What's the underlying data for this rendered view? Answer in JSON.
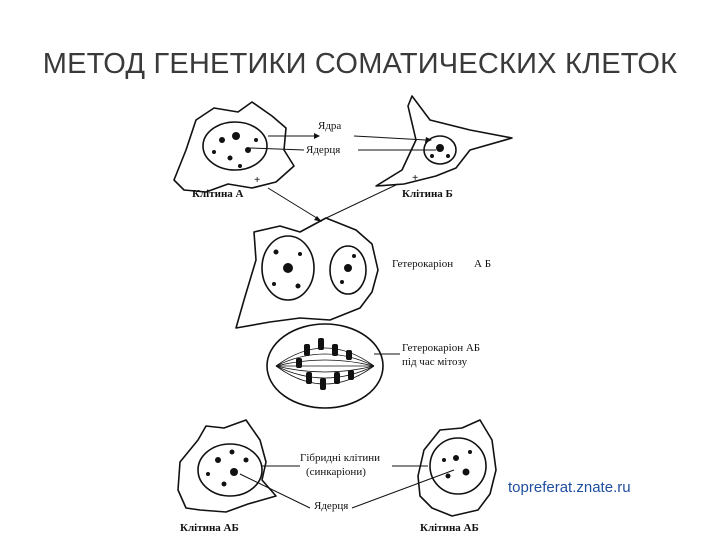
{
  "slide": {
    "title": "МЕТОД ГЕНЕТИКИ СОМАТИЧЕСКИХ КЛЕТОК",
    "source": "topreferat.znate.ru"
  },
  "diagram": {
    "nuclei_label": "Ядра",
    "nucleoli_label": "Ядерця",
    "cell_a_label": "Клітина А",
    "cell_b_label": "Клітина Б",
    "plus_sign": "+",
    "heterokaryon_label": "Гетерокаріон",
    "heterokaryon_ab": "А  Б",
    "heterokaryon_mitosis_label_1": "Гетерокаріон АБ",
    "heterokaryon_mitosis_label_2": "під час мітозу",
    "hybrid_label_1": "Гібридні клітини",
    "hybrid_label_2": "(синкаріони)",
    "nucleoli_bottom_label": "Ядерця",
    "cell_ab_left_label": "Клітина АБ",
    "cell_ab_right_label": "Клітина АБ"
  },
  "colors": {
    "ink": "#111111",
    "title": "#3a3a3a",
    "link": "#1f4e9e"
  }
}
